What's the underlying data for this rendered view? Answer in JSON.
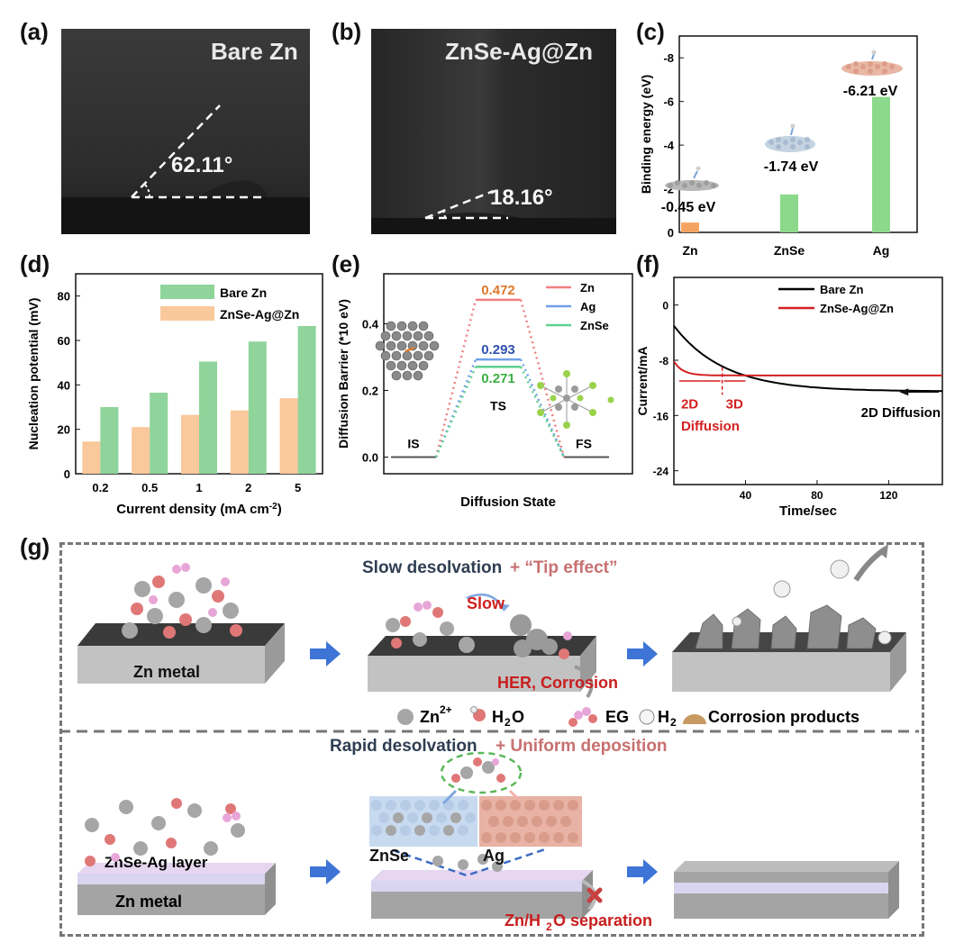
{
  "panels": {
    "a": "(a)",
    "b": "(b)",
    "c": "(c)",
    "d": "(d)",
    "e": "(e)",
    "f": "(f)",
    "g": "(g)"
  },
  "photo_a": {
    "title": "Bare Zn",
    "angle": "62.11°",
    "angle_deg": 62.11
  },
  "photo_b": {
    "title": "ZnSe-Ag@Zn",
    "angle": "18.16°",
    "angle_deg": 18.16
  },
  "chart_data": [
    {
      "id": "c",
      "type": "bar",
      "ylabel": "Binding energy (eV)",
      "ylim": [
        0,
        -9
      ],
      "yticks": [
        "0",
        "-2",
        "-4",
        "-6",
        "-8"
      ],
      "categories": [
        "Zn",
        "ZnSe",
        "Ag"
      ],
      "values": [
        -0.45,
        -1.74,
        -6.21
      ],
      "value_labels": [
        "-0.45 eV",
        "-1.74 eV",
        "-6.21 eV"
      ],
      "colors": [
        "#f4a460",
        "#8cd98c",
        "#8cd98c"
      ]
    },
    {
      "id": "d",
      "type": "bar",
      "ylabel": "Nucleation potential (mV)",
      "xlabel": "Current density (mA cm",
      "xlabel_sup": "-2",
      "xlabel_end": ")",
      "ylim": [
        0,
        90
      ],
      "yticks": [
        "0",
        "20",
        "40",
        "60",
        "80"
      ],
      "categories": [
        "0.2",
        "0.5",
        "1",
        "2",
        "5"
      ],
      "series": [
        {
          "name": "Bare Zn",
          "color": "#8fd49a",
          "values": [
            30,
            36.5,
            50.5,
            59.5,
            66.5
          ]
        },
        {
          "name": "ZnSe-Ag@Zn",
          "color": "#f9c89b",
          "values": [
            14.5,
            21,
            26.5,
            28.5,
            34
          ]
        }
      ],
      "legend_position": "top-left"
    },
    {
      "id": "e",
      "type": "line",
      "ylabel": "Diffusion Barrier (*10 eV)",
      "xlabel": "Diffusion State",
      "ylim": [
        -0.05,
        0.55
      ],
      "yticks": [
        "0.0",
        "0.2",
        "0.4"
      ],
      "states": [
        "IS",
        "TS",
        "FS"
      ],
      "series": [
        {
          "name": "Zn",
          "color": "#f08080",
          "barrier": 0.472,
          "label": "0.472",
          "label_color": "#e0782a"
        },
        {
          "name": "Ag",
          "color": "#6fa0e8",
          "barrier": 0.293,
          "label": "0.293",
          "label_color": "#3050b0"
        },
        {
          "name": "ZnSe",
          "color": "#5fd08f",
          "barrier": 0.271,
          "label": "0.271",
          "label_color": "#3cb043"
        }
      ]
    },
    {
      "id": "f",
      "type": "line",
      "ylabel": "Current/mA",
      "xlabel": "Time/sec",
      "xlim": [
        0,
        150
      ],
      "ylim": [
        -26,
        4
      ],
      "xticks": [
        "40",
        "80",
        "120"
      ],
      "yticks": [
        "0",
        "-8",
        "-16",
        "-24"
      ],
      "series": [
        {
          "name": "Bare Zn",
          "color": "#000000"
        },
        {
          "name": "ZnSe-Ag@Zn",
          "color": "#d42020"
        }
      ],
      "annotations": {
        "a2d": "2D",
        "a3d": "3D",
        "diffusion": "Diffusion",
        "a2d_diffusion": "2D Diffusion"
      }
    }
  ],
  "scheme": {
    "top_title_a": "Slow desolvation",
    "top_title_b": "+ “Tip effect”",
    "slow": "Slow",
    "her": "HER, Corrosion",
    "zn_metal": "Zn metal",
    "legend": {
      "zn": "Zn",
      "zn_sup": "2+",
      "h2o_a": "H",
      "h2o_sub": "2",
      "h2o_b": "O",
      "eg": "EG",
      "h2_a": "H",
      "h2_sub": "2",
      "corrosion": "Corrosion products"
    },
    "bottom_title_a": "Rapid desolvation",
    "bottom_title_b": "+ Uniform deposition",
    "layer": "ZnSe-Ag  layer",
    "zn_metal_2": "Zn metal",
    "znse": "ZnSe",
    "ag": "Ag",
    "sep_a": "Zn/H",
    "sep_sub": "2",
    "sep_b": "O separation"
  }
}
